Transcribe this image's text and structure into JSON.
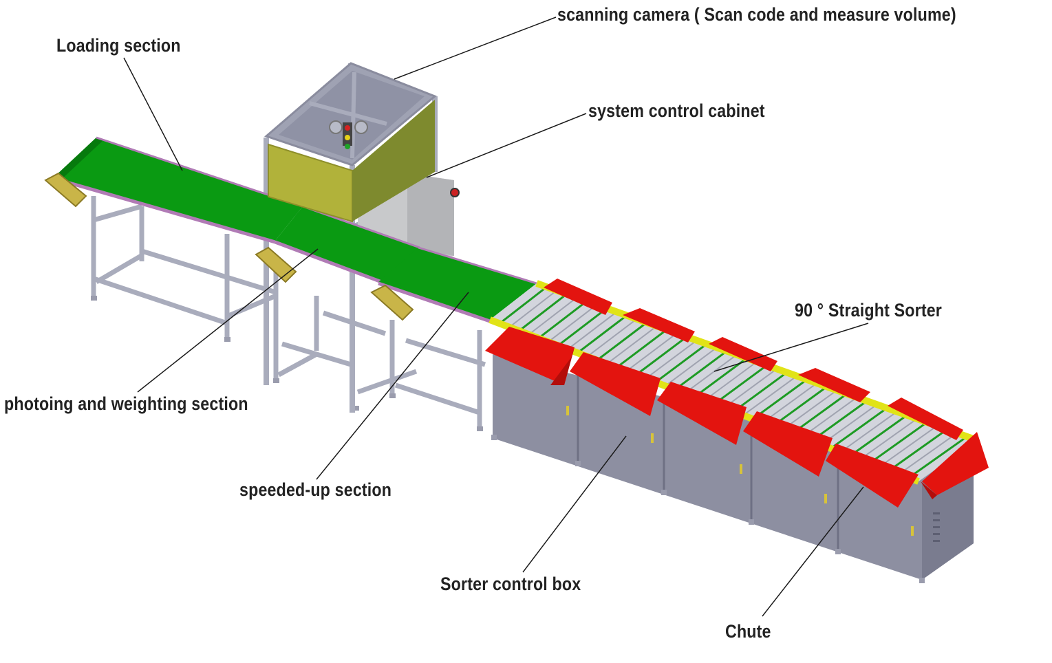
{
  "labels": {
    "scanning_camera": "scanning camera ( Scan code and measure volume)",
    "loading_section": "Loading section",
    "system_control_cabinet": "system control cabinet",
    "straight_sorter": "90 ° Straight Sorter",
    "photo_weigh_section": "photoing and weighting section",
    "speeded_up_section": "speeded-up section",
    "sorter_control_box": "Sorter control box",
    "chute": "Chute"
  },
  "colors": {
    "belt": "#0a9a12",
    "belt_edge": "#067a0d",
    "frame": "#a9acbc",
    "frame_dark": "#7c7f92",
    "chute": "#e3140f",
    "chute_dark": "#b30d0a",
    "rail": "#e1e317",
    "box": "#8d8fa1",
    "box_dark": "#6e7084",
    "cabinet": "#c9c9cb",
    "panel": "#b1b23a",
    "roller": "#d3d5dd",
    "text": "#222222"
  }
}
